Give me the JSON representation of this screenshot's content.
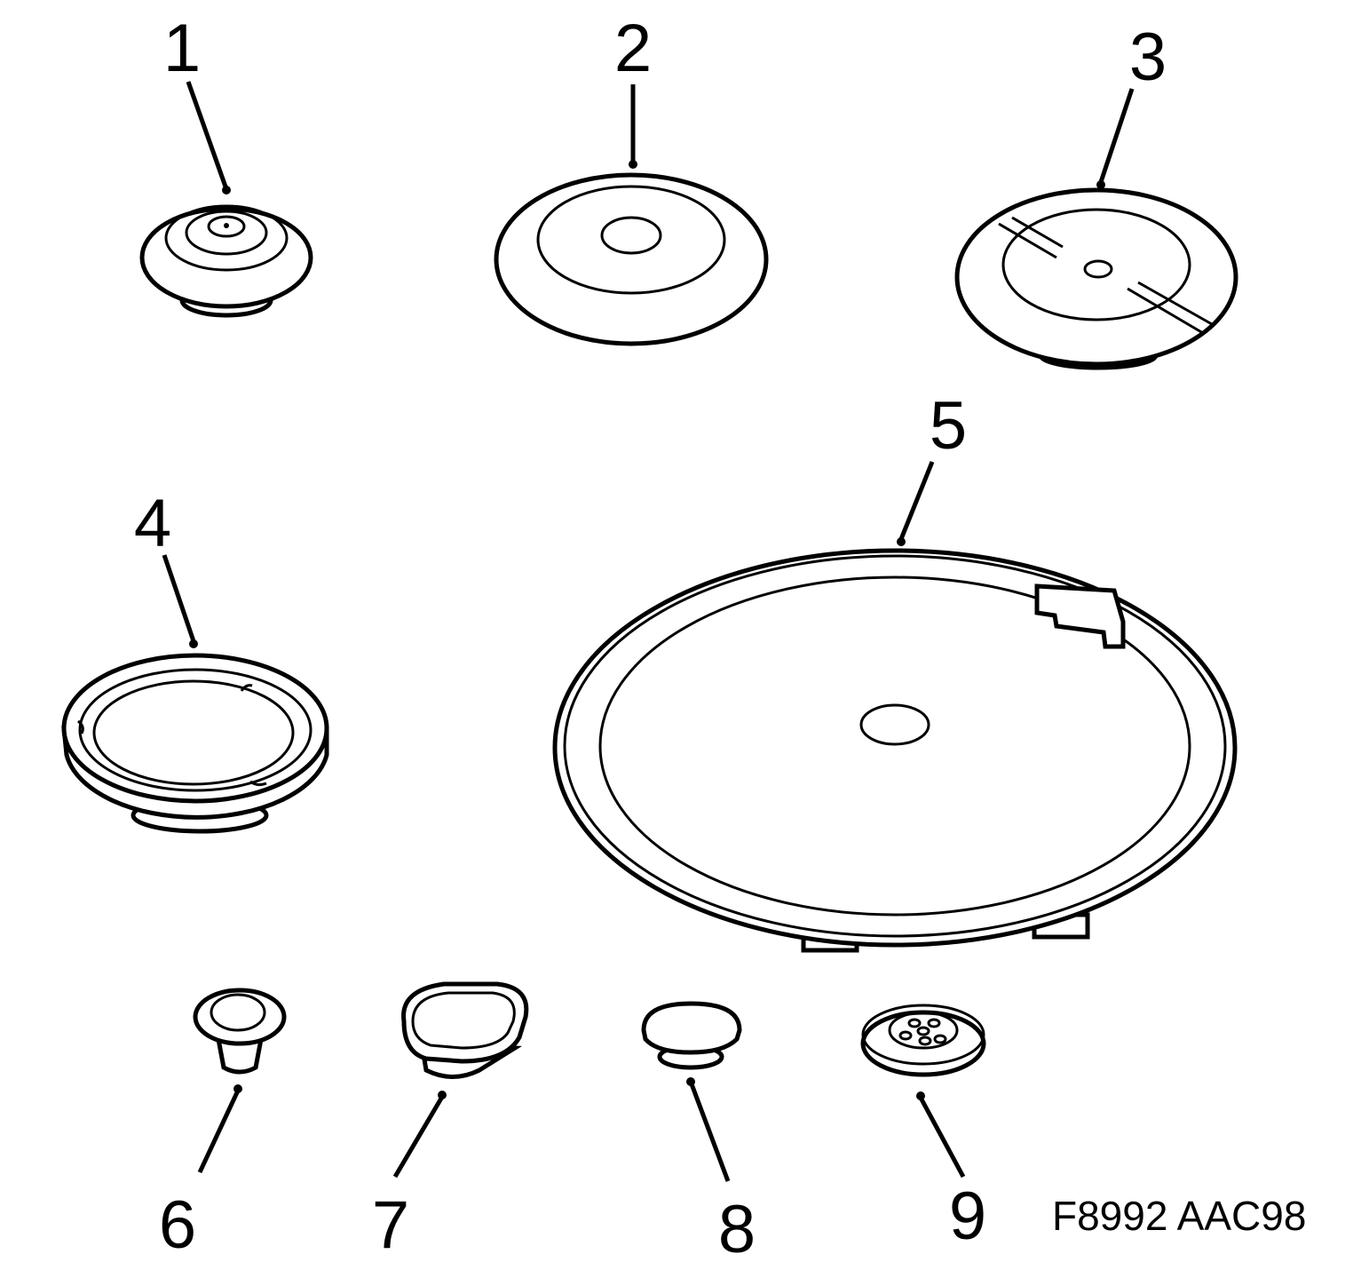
{
  "callouts": [
    "1",
    "2",
    "3",
    "4",
    "5",
    "6",
    "7",
    "8",
    "9"
  ],
  "figure_code": "F8992 AAC98"
}
